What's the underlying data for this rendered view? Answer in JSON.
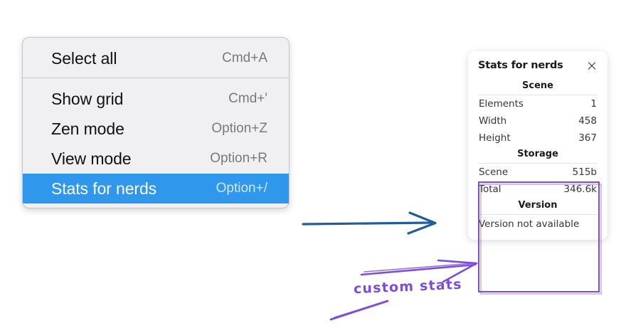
{
  "context_menu": {
    "name": "canvas-context-menu",
    "sections": [
      {
        "items": [
          {
            "label": "Select all",
            "shortcut": "Cmd+A",
            "selected": false
          }
        ]
      },
      {
        "items": [
          {
            "label": "Show grid",
            "shortcut": "Cmd+'",
            "selected": false
          },
          {
            "label": "Zen mode",
            "shortcut": "Option+Z",
            "selected": false
          },
          {
            "label": "View mode",
            "shortcut": "Option+R",
            "selected": false
          },
          {
            "label": "Stats for nerds",
            "shortcut": "Option+/",
            "selected": true
          }
        ]
      }
    ],
    "highlight_color": "#2f97ec"
  },
  "stats_panel": {
    "title": "Stats for nerds",
    "close_icon": "close-icon",
    "sections": [
      {
        "heading": "Scene",
        "rows": [
          {
            "key": "Elements",
            "value": "1"
          },
          {
            "key": "Width",
            "value": "458"
          },
          {
            "key": "Height",
            "value": "367"
          }
        ]
      },
      {
        "heading": "Storage",
        "rows": [
          {
            "key": "Scene",
            "value": "515b"
          },
          {
            "key": "Total",
            "value": "346.6k"
          }
        ]
      },
      {
        "heading": "Version",
        "note": "Version not available"
      }
    ]
  },
  "annotations": {
    "label": "custom stats",
    "label_color": "#7c4ddc",
    "highlight_color": "#7c4ddc",
    "pointer_color": "#1f5d9e"
  }
}
